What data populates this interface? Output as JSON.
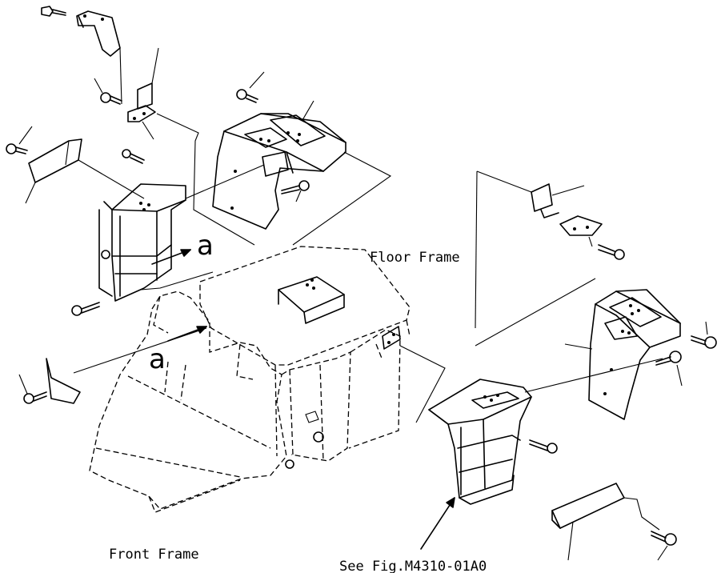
{
  "labels": {
    "floor_frame": "Floor Frame",
    "front_frame": "Front Frame",
    "see_fig": "See Fig.M4310-01A0",
    "marker_a_upper": "a",
    "marker_a_lower": "a"
  },
  "colors": {
    "ink": "#000000",
    "background": "#ffffff"
  }
}
